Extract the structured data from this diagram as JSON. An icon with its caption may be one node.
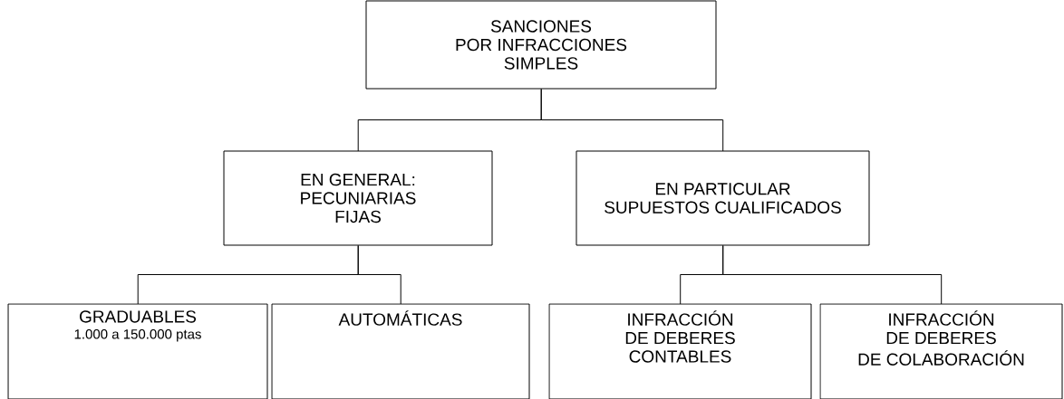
{
  "diagram": {
    "nodes": [
      {
        "text": [
          "SANCIONES",
          "POR INFRACCIONES",
          "SIMPLES"
        ]
      },
      {
        "text": [
          "EN GENERAL:",
          "PECUNIARIAS",
          "FIJAS"
        ]
      },
      {
        "text": [
          "EN PARTICULAR",
          "SUPUESTOS CUALIFICADOS"
        ]
      },
      {
        "text": [
          "GRADUABLES",
          "1.000 a 150.000 ptas"
        ]
      },
      {
        "text": [
          "AUTOMÁTICAS"
        ]
      },
      {
        "text": [
          "INFRACCIÓN",
          "DE DEBERES",
          "CONTABLES"
        ]
      },
      {
        "text": [
          "INFRACCIÓN",
          "DE DEBERES",
          "DE COLABORACIÓN"
        ]
      }
    ],
    "edges": [
      {
        "from": 0,
        "to": 1,
        "arrow": "none"
      },
      {
        "from": 0,
        "to": 2,
        "arrow": "none"
      },
      {
        "from": 1,
        "to": 3,
        "arrow": "none"
      },
      {
        "from": 1,
        "to": 4,
        "arrow": "none"
      },
      {
        "from": 2,
        "to": 5,
        "arrow": "none"
      },
      {
        "from": 2,
        "to": 6,
        "arrow": "none"
      }
    ]
  }
}
